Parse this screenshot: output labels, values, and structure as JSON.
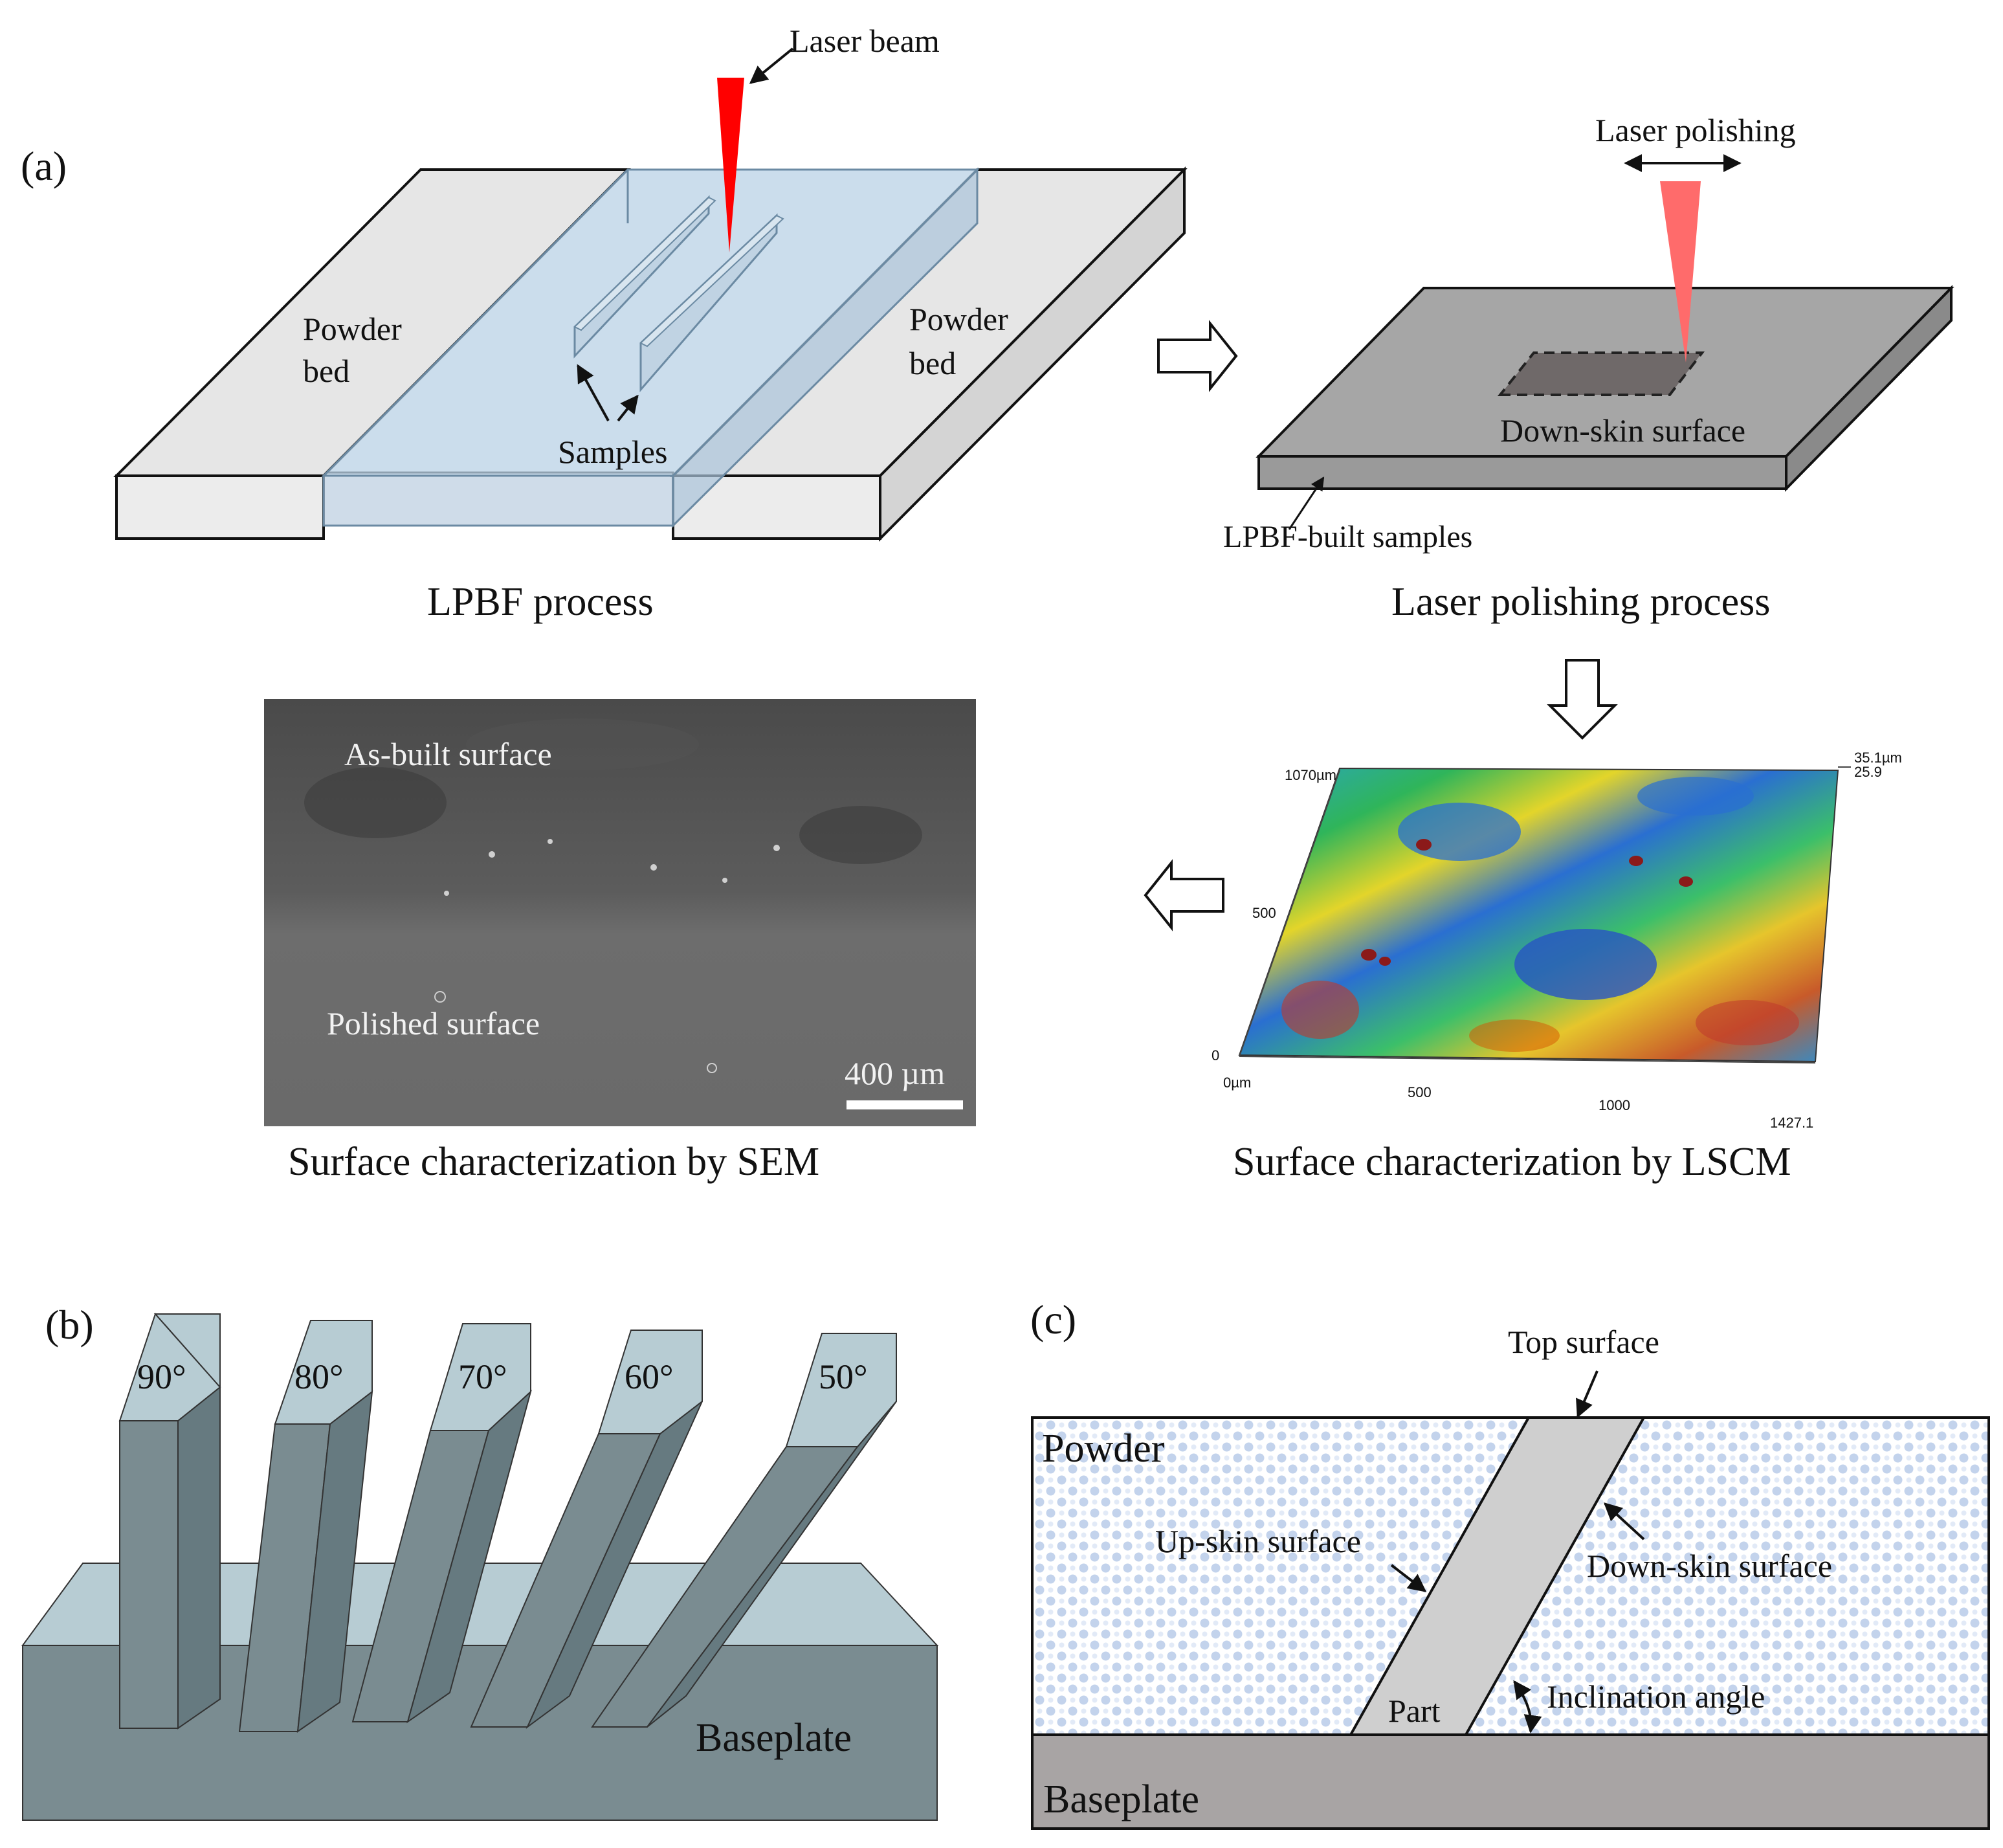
{
  "panel_a": {
    "label": "(a)",
    "lpbf": {
      "laser_beam": "Laser beam",
      "powder_bed_left_1": "Powder",
      "powder_bed_left_2": "bed",
      "powder_bed_right_1": "Powder",
      "powder_bed_right_2": "bed",
      "samples": "Samples",
      "caption": "LPBF process"
    },
    "polish": {
      "laser_polishing": "Laser polishing",
      "down_skin": "Down-skin surface",
      "built_samples": "LPBF-built samples",
      "caption": "Laser polishing process"
    },
    "lscm": {
      "caption": "Surface characterization by LSCM",
      "y_ticks": [
        "1070µm",
        "500",
        "0"
      ],
      "x_ticks": [
        "0µm",
        "500",
        "1000",
        "1427.1"
      ],
      "z_ticks": [
        "35.1µm",
        "25.9"
      ]
    },
    "sem": {
      "as_built": "As-built surface",
      "polished": "Polished surface",
      "scale_bar": "400 µm",
      "caption": "Surface characterization by SEM"
    }
  },
  "panel_b": {
    "label": "(b)",
    "angles": [
      "90°",
      "80°",
      "70°",
      "60°",
      "50°"
    ],
    "baseplate": "Baseplate"
  },
  "panel_c": {
    "label": "(c)",
    "top_surface": "Top surface",
    "powder": "Powder",
    "up_skin": "Up-skin surface",
    "down_skin": "Down-skin surface",
    "part": "Part",
    "inclination": "Inclination angle",
    "baseplate": "Baseplate"
  },
  "colors": {
    "laser_red": "#ff0000",
    "laser_pink": "#ff6b6b",
    "sample_fill": "#b8cfe0",
    "plate_grey": "#9a9a9a",
    "powder_blue": "#c9d8ee",
    "baseplate_grey": "#a8a4a4",
    "part_grey": "#cfcfcf",
    "block_side": "#7a8c91",
    "block_top": "#b7ccd3"
  }
}
